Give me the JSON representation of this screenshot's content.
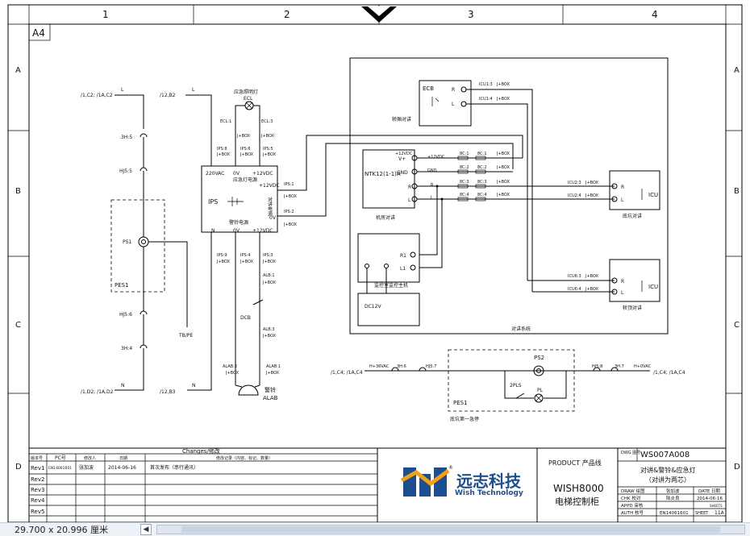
{
  "sheet": {
    "size": "A4",
    "cols": [
      "1",
      "2",
      "3",
      "4"
    ],
    "rows": [
      "A",
      "B",
      "C",
      "D"
    ]
  },
  "left_circuit": {
    "top_ref": "/1,C2; /1A,C2",
    "top_line": "L",
    "bottom_ref": "/1,D2; /1A,D2",
    "bottom_line": "N",
    "top_terminal": "3H:5",
    "hj_top": "HJ5:5",
    "pes_label": "PES1",
    "ps_label": "PS1",
    "hj_bottom": "HJ5:6",
    "bottom_terminal": "3H:4",
    "tbpe": "TB/PE"
  },
  "ups": {
    "top_ref": "/12,B2",
    "top_line": "L",
    "bottom_ref": "/12,B3",
    "bottom_line": "N",
    "lamp_title": "应急照明灯",
    "lamp_name": "ECL",
    "ecl1": "ECL:1",
    "ecl3": "ECL:3",
    "jbox": "J+BOX",
    "ips8": "IPS:8",
    "ips6": "IPS:6",
    "ips5": "IPS:5",
    "vac": "220VAC",
    "zero_v": "0V",
    "plus12": "+12VDC",
    "lamp_power": "应急灯电源",
    "ips_name": "IPS",
    "intercom_power": "对讲电源",
    "alarm_power": "警铃电源",
    "n": "N",
    "ips1": "IPS:1",
    "ips2": "IPS:2",
    "ips9": "IPS:9",
    "ips4": "IPS:4",
    "ips3": "IPS:3",
    "alb1": "ALB:1",
    "alb3": "ALB:3",
    "dcb": "DCB",
    "alab2": "ALAB:2",
    "alab1": "ALAB:1",
    "bell": "警铃",
    "alab": "ALAB"
  },
  "intercom": {
    "system_label": "对讲系统",
    "ecb": "ECB",
    "ecb_label": "轿厢对讲",
    "icu13": "ICU1:3",
    "icu14": "ICU1:4",
    "r": "R",
    "l": "L",
    "ntk": "NTK12(1-1)A",
    "ntk_label": "机房对讲",
    "v_plus": "V+",
    "gnd": "GND",
    "plus12": "+12VDC",
    "v12": "+12VDC",
    "gnd_label": "GND",
    "r_label": "R",
    "l_label": "L",
    "c1": "8C:1",
    "c2": "8C:2",
    "c3": "8C:3",
    "c4": "8C:4",
    "icu23": "ICU2:3",
    "icu24": "ICU2:4",
    "icu": "ICU",
    "pit_label": "底坑对讲",
    "icu63": "ICU6:3",
    "icu64": "ICU6:4",
    "top_label": "轿顶对讲",
    "r1": "R1",
    "l1": "L1",
    "monitor": "监控室监控主机",
    "dc12": "DC12V"
  },
  "pit_stop": {
    "left_ref": "/1,C4; /1A,C4",
    "left_v": "H+36VAC",
    "t6": "3H:6",
    "hj7": "HJ5:7",
    "hj8": "HJ5:8",
    "t7": "3H:7",
    "right_v": "H+0VAC",
    "right_ref": "/1,C4; /1A,C4",
    "ps2": "PS2",
    "twopls": "2PLS",
    "pl": "PL",
    "pes1": "PES1",
    "label": "底坑第一急停"
  },
  "title_block": {
    "changes_title": "Changes/修改",
    "headers": [
      "版本号",
      "PC号",
      "修改人",
      "日期",
      "修改记录（内容、标记、数量）"
    ],
    "revs": [
      "Rev1",
      "Rev2",
      "Rev3",
      "Rev4",
      "Rev5"
    ],
    "rev1": {
      "pc": "EN14061601",
      "by": "张加波",
      "date": "2014-06-16",
      "desc": "首次发布（串行通讯）"
    },
    "company_cn": "远志科技",
    "company_en": "Wish Technology",
    "reg": "®",
    "product_label": "PRODUCT 产品线",
    "product": "WISH8000",
    "product_cn": "电梯控制柜",
    "dwg_label": "DWG 图号",
    "dwg_no": "WS007A008",
    "title1": "对讲&警铃&应急灯",
    "title2": "（对讲为两芯）",
    "draw_label": "DRAW 绘图",
    "draw_name": "张加波",
    "chk_label": "CHK 校对",
    "chk_name": "陆炎良",
    "appd_label": "APPD 审核",
    "authnum_label": "AUTH 核号",
    "auth_no": "EN14061601",
    "date_label": "DATE 日期",
    "date": "2014-06-16",
    "sheetno_small": "SHEETS",
    "sheet_label": "SHEET",
    "sheet_no": "11A"
  },
  "status": {
    "doc_size": "29.700 x 20.996 厘米"
  }
}
